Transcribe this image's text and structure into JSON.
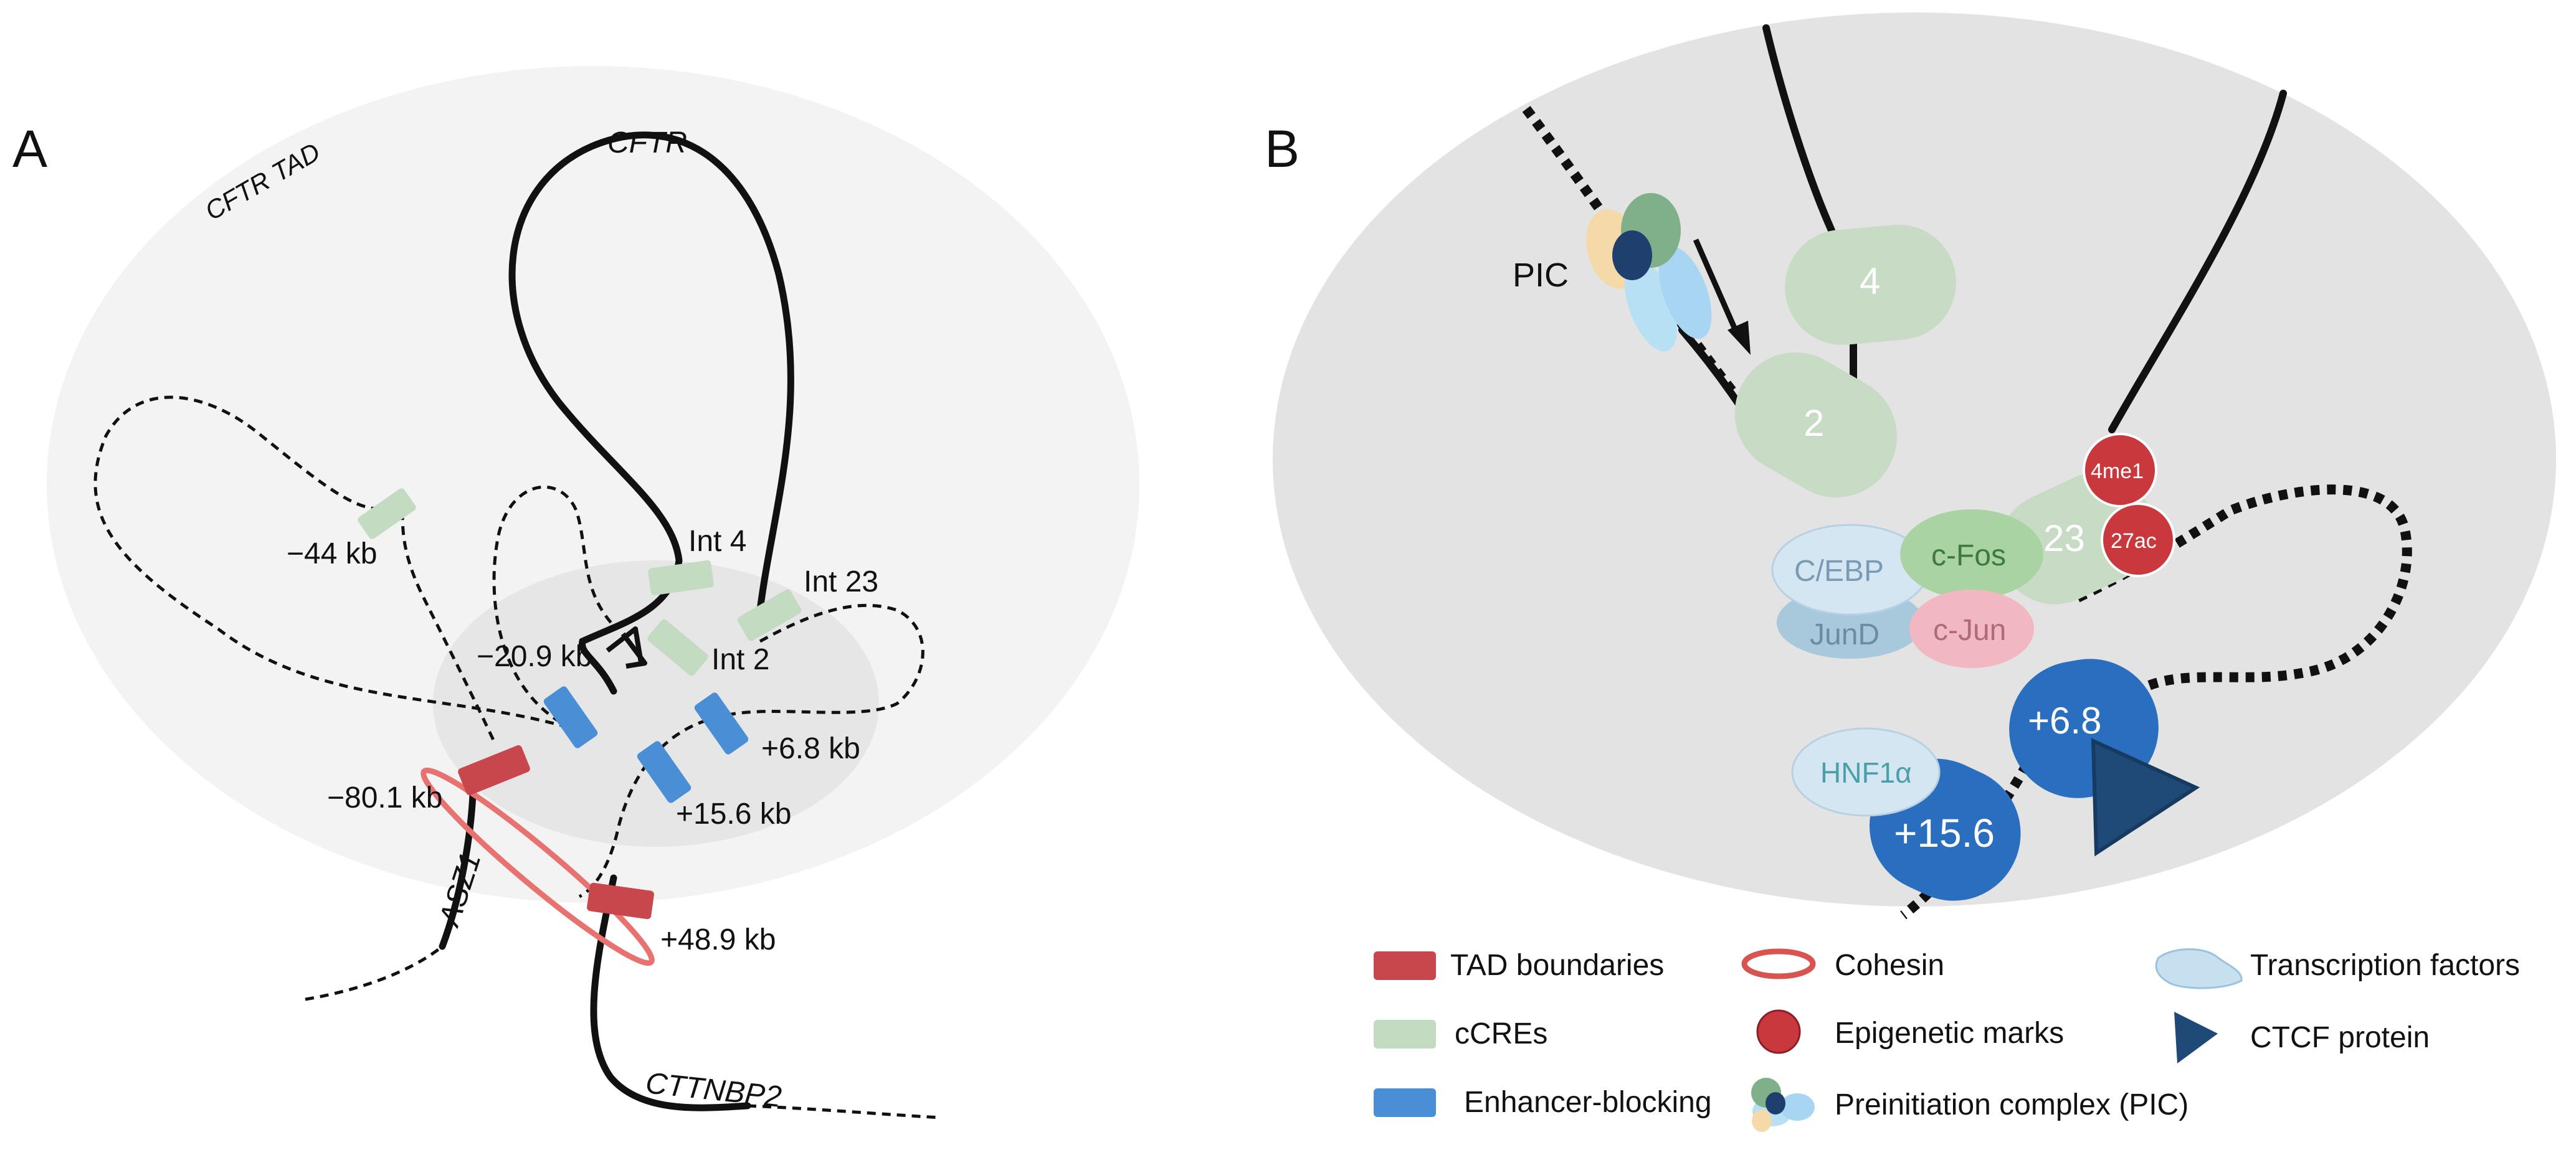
{
  "panel_a": {
    "letter": "A",
    "tad_label": "CFTR TAD",
    "genes": {
      "cftr": "CFTR",
      "asz1": "ASZ1",
      "cttnbp2": "CTTNBP2"
    },
    "elements": {
      "m44": "−44 kb",
      "int4": "Int 4",
      "int23": "Int 23",
      "int2": "Int 2",
      "m209": "−20.9 kb",
      "p68": "+6.8 kb",
      "p156": "+15.6 kb",
      "m801": "−80.1 kb",
      "p489": "+48.9 kb"
    }
  },
  "panel_b": {
    "letter": "B",
    "pic_label": "PIC",
    "elements": {
      "e4": "4",
      "e2": "2",
      "e23": "23",
      "p68": "+6.8",
      "p156": "+15.6"
    },
    "marks": {
      "me1": "4me1",
      "ac27": "27ac"
    },
    "factors": {
      "cebp": "C/EBP",
      "cfos": "c-Fos",
      "junD": "JunD",
      "cjun": "c-Jun",
      "hnf1a": "HNF1α"
    }
  },
  "legend": {
    "tad_boundaries": "TAD boundaries",
    "ccres": "cCREs",
    "enhancer_blocking": "Enhancer-blocking",
    "cohesin": "Cohesin",
    "epigenetic_marks": "Epigenetic marks",
    "pic": "Preinitiation complex (PIC)",
    "transcription_factors": "Transcription factors",
    "ctcf": "CTCF protein"
  },
  "colors": {
    "tad_boundary": "#c7474c",
    "ccre": "#c3dbc0",
    "enhancer_blocking": "#4a8fd6",
    "cohesin": "#e8726f",
    "epigenetic": "#c9383d",
    "ctcf": "#1f4a78"
  }
}
